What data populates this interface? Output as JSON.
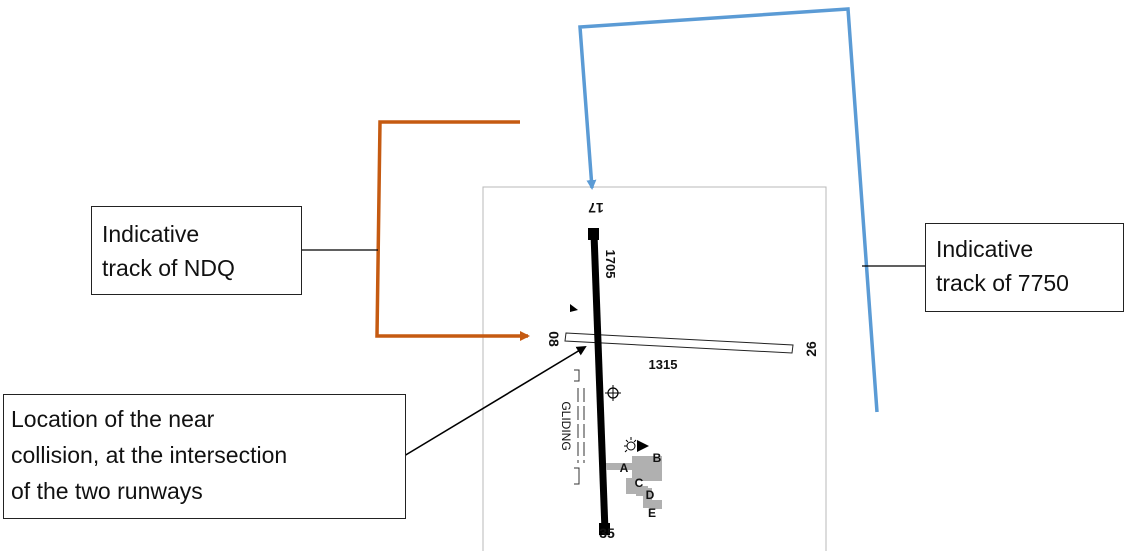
{
  "callouts": {
    "ndq": {
      "lines": [
        "Indicative",
        "track of NDQ"
      ]
    },
    "t7750": {
      "lines": [
        "Indicative",
        "track of 7750"
      ]
    },
    "collision": {
      "lines": [
        "Location of the near",
        "collision, at the intersection",
        "of the two runways"
      ]
    }
  },
  "aerodrome": {
    "runway_main": {
      "end_north": "17",
      "end_south": "35",
      "length": "1705"
    },
    "runway_cross": {
      "end_west": "08",
      "end_east": "26",
      "length": "1315"
    },
    "gliding_label": "GLIDING",
    "taxiways": [
      "A",
      "B",
      "C",
      "D",
      "E"
    ]
  },
  "colors": {
    "ndq_track": "#c55a11",
    "track_7750": "#5b9bd5",
    "pointer": "#000000",
    "map_border": "#b8b8b8"
  }
}
